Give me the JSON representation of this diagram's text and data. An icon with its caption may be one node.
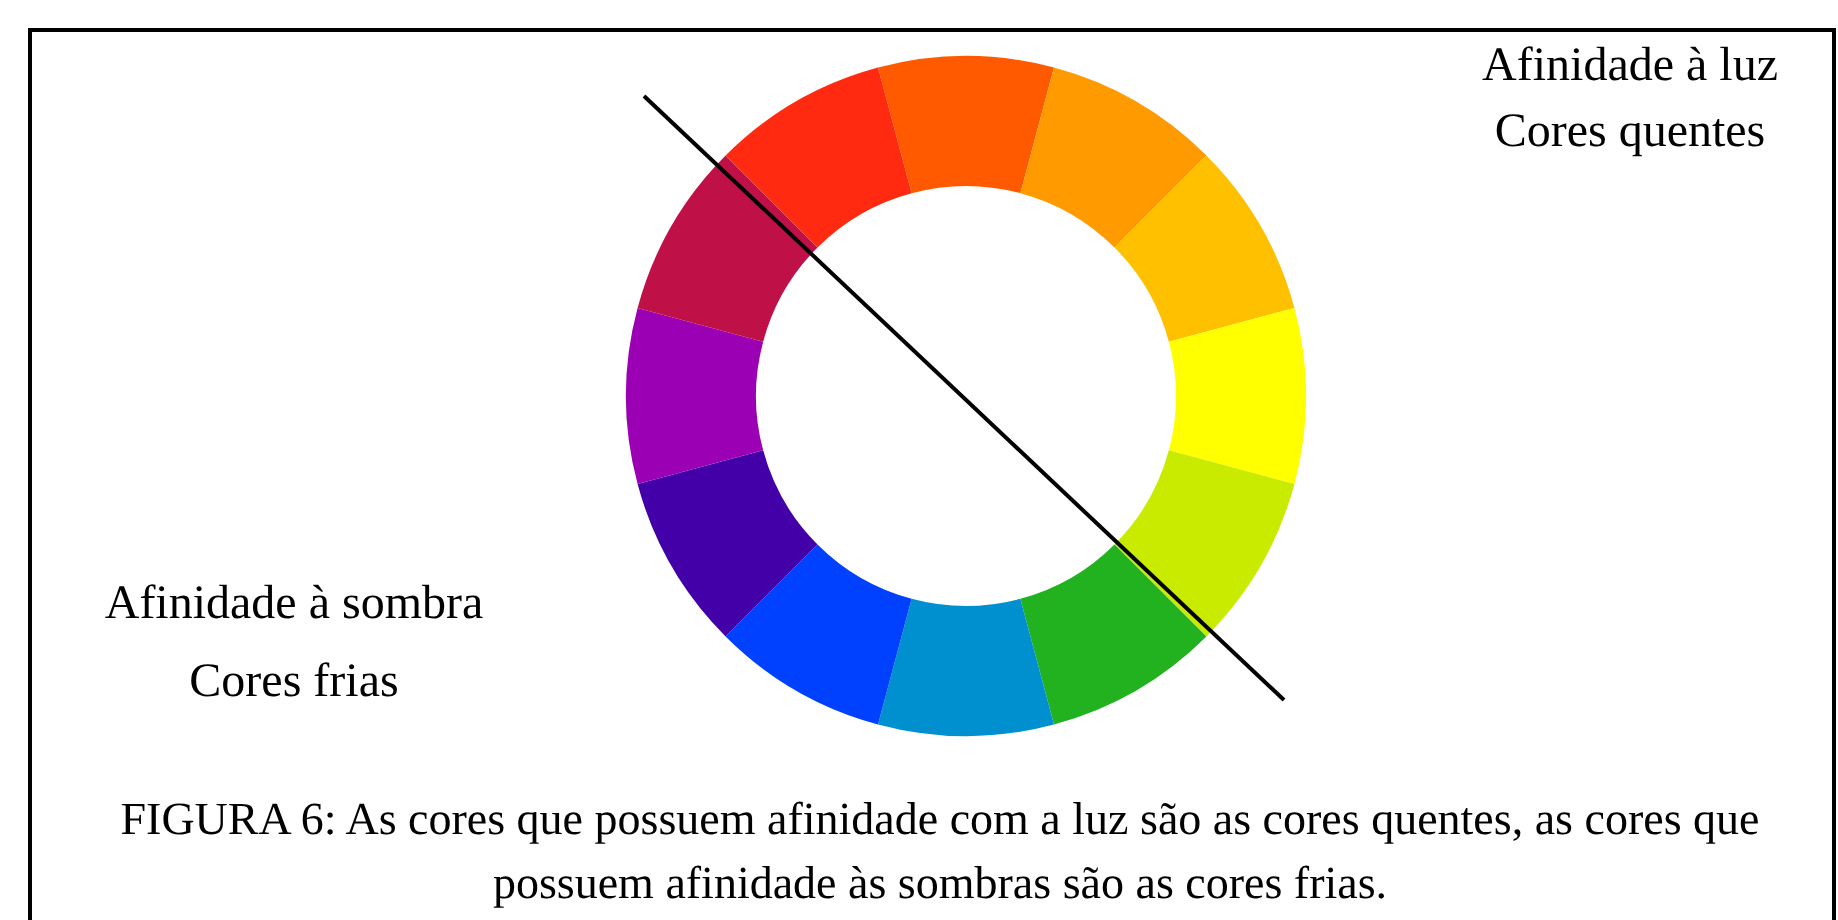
{
  "diagram": {
    "caption": "FIGURA 6: As cores que possuem afinidade com a luz são as cores quentes, as cores que possuem afinidade às sombras são as cores frias.",
    "labels": [
      "Afinidade à luz",
      "Cores quentes",
      "Afinidade à sombra",
      "Cores frias"
    ]
  }
}
